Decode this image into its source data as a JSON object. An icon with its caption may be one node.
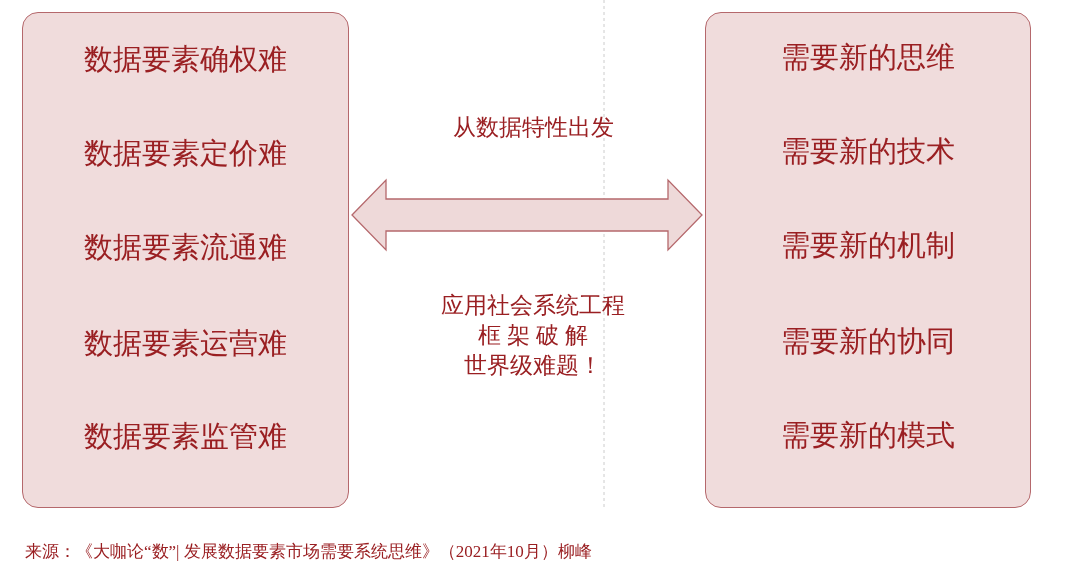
{
  "diagram": {
    "caption": "来源：《大咖论“数”| 发展数据要素市场需要系统思维》（2021年10月）柳峰",
    "nodes": [
      {
        "text": [
          "数据要素确权难",
          "数据要素定价难",
          "数据要素流通难",
          "数据要素运营难",
          "数据要素监管难"
        ]
      },
      {
        "text": [
          "需要新的思维",
          "需要新的技术",
          "需要新的机制",
          "需要新的协同",
          "需要新的模式"
        ]
      }
    ],
    "edges": [
      {
        "from": 0,
        "to": 1,
        "arrow": "both"
      }
    ],
    "labels": [
      "从数据特性出发",
      "应用社会系统工程",
      "框架破解",
      "世界级难题！"
    ]
  }
}
